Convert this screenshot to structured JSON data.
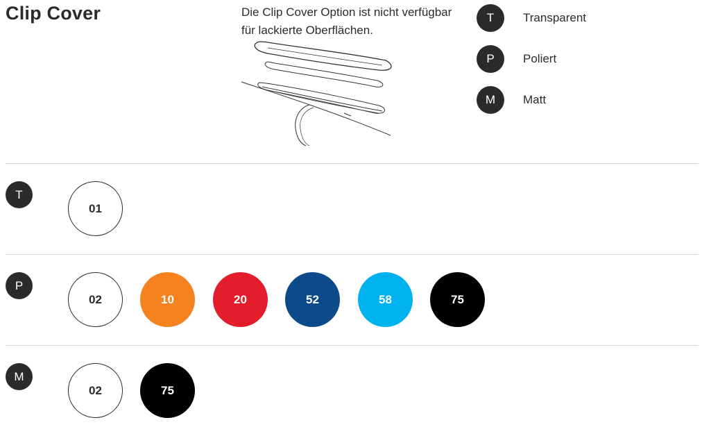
{
  "title": "Clip Cover",
  "note": "Die Clip Cover Option ist nicht verfügbar für lackierte Oberflächen.",
  "legend": [
    {
      "code": "T",
      "label": "Transparent"
    },
    {
      "code": "P",
      "label": "Poliert"
    },
    {
      "code": "M",
      "label": "Matt"
    }
  ],
  "rows": [
    {
      "code": "T",
      "swatches": [
        {
          "label": "01",
          "color": "#ffffff",
          "text_color": "#2b2b2b",
          "outlined": true
        }
      ]
    },
    {
      "code": "P",
      "swatches": [
        {
          "label": "02",
          "color": "#ffffff",
          "text_color": "#2b2b2b",
          "outlined": true
        },
        {
          "label": "10",
          "color": "#f5821f",
          "text_color": "#ffffff",
          "outlined": false
        },
        {
          "label": "20",
          "color": "#e31d2b",
          "text_color": "#ffffff",
          "outlined": false
        },
        {
          "label": "52",
          "color": "#0c4a8c",
          "text_color": "#ffffff",
          "outlined": false
        },
        {
          "label": "58",
          "color": "#00b2ee",
          "text_color": "#ffffff",
          "outlined": false
        },
        {
          "label": "75",
          "color": "#000000",
          "text_color": "#ffffff",
          "outlined": false
        }
      ]
    },
    {
      "code": "M",
      "swatches": [
        {
          "label": "02",
          "color": "#ffffff",
          "text_color": "#2b2b2b",
          "outlined": true
        },
        {
          "label": "75",
          "color": "#000000",
          "text_color": "#ffffff",
          "outlined": false
        }
      ]
    }
  ],
  "colors": {
    "badge": "#2b2b2b",
    "divider": "#d9d9d9",
    "text": "#2b2b2b"
  }
}
